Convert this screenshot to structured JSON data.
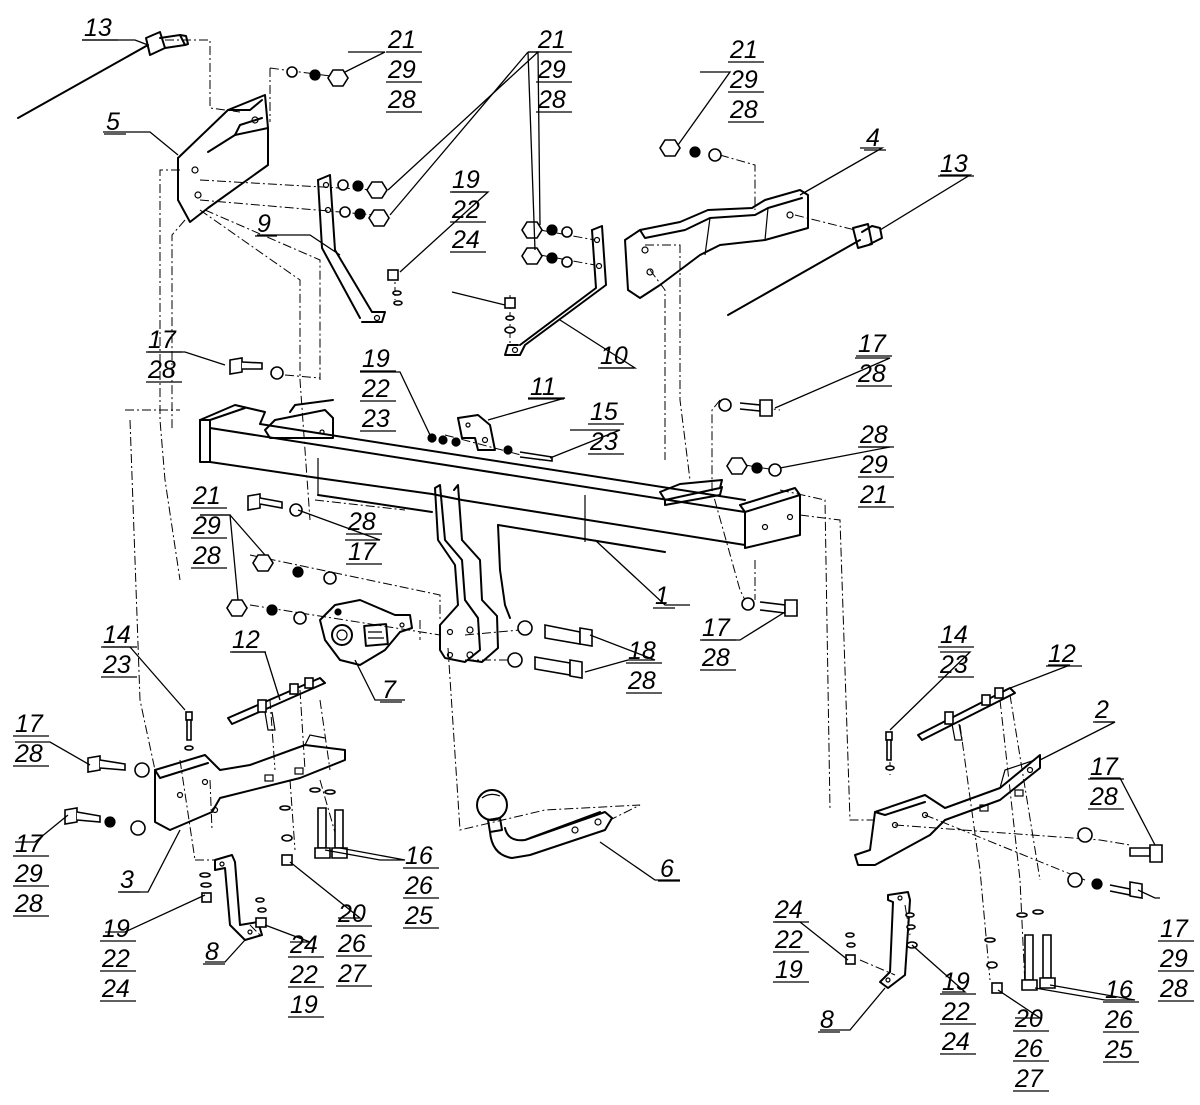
{
  "callouts": [
    {
      "id": "c13a",
      "lines": [
        "13"
      ]
    },
    {
      "id": "c5",
      "lines": [
        "5"
      ]
    },
    {
      "id": "c212928a",
      "lines": [
        "21",
        "29",
        "28"
      ]
    },
    {
      "id": "c9",
      "lines": [
        "9"
      ]
    },
    {
      "id": "c192224a",
      "lines": [
        "19",
        "22",
        "24"
      ]
    },
    {
      "id": "c212928b",
      "lines": [
        "21",
        "29",
        "28"
      ]
    },
    {
      "id": "c10",
      "lines": [
        "10"
      ]
    },
    {
      "id": "c212928c",
      "lines": [
        "21",
        "29",
        "28"
      ]
    },
    {
      "id": "c4",
      "lines": [
        "4"
      ]
    },
    {
      "id": "c13b",
      "lines": [
        "13"
      ]
    },
    {
      "id": "c1728a",
      "lines": [
        "17",
        "28"
      ]
    },
    {
      "id": "c192223",
      "lines": [
        "19",
        "22",
        "23"
      ]
    },
    {
      "id": "c11",
      "lines": [
        "11"
      ]
    },
    {
      "id": "c1523",
      "lines": [
        "15",
        "23"
      ]
    },
    {
      "id": "c1728b",
      "lines": [
        "17",
        "28"
      ]
    },
    {
      "id": "c282921",
      "lines": [
        "28",
        "29",
        "21"
      ]
    },
    {
      "id": "c2817",
      "lines": [
        "28",
        "17"
      ]
    },
    {
      "id": "c212928d",
      "lines": [
        "21",
        "29",
        "28"
      ]
    },
    {
      "id": "c1",
      "lines": [
        "1"
      ]
    },
    {
      "id": "c1728c",
      "lines": [
        "17",
        "28"
      ]
    },
    {
      "id": "c7",
      "lines": [
        "7"
      ]
    },
    {
      "id": "c1828",
      "lines": [
        "18",
        "28"
      ]
    },
    {
      "id": "c1423a",
      "lines": [
        "14",
        "23"
      ]
    },
    {
      "id": "c12a",
      "lines": [
        "12"
      ]
    },
    {
      "id": "c1423b",
      "lines": [
        "14",
        "23"
      ]
    },
    {
      "id": "c12b",
      "lines": [
        "12"
      ]
    },
    {
      "id": "c2",
      "lines": [
        "2"
      ]
    },
    {
      "id": "c1728d",
      "lines": [
        "17",
        "28"
      ]
    },
    {
      "id": "c1728e",
      "lines": [
        "17",
        "28"
      ]
    },
    {
      "id": "c172928a",
      "lines": [
        "17",
        "29",
        "28"
      ]
    },
    {
      "id": "c3",
      "lines": [
        "3"
      ]
    },
    {
      "id": "c162625a",
      "lines": [
        "16",
        "26",
        "25"
      ]
    },
    {
      "id": "c6",
      "lines": [
        "6"
      ]
    },
    {
      "id": "c192224b",
      "lines": [
        "19",
        "22",
        "24"
      ]
    },
    {
      "id": "c8a",
      "lines": [
        "8"
      ]
    },
    {
      "id": "c242219a",
      "lines": [
        "24",
        "22",
        "19"
      ]
    },
    {
      "id": "c202627a",
      "lines": [
        "20",
        "26",
        "27"
      ]
    },
    {
      "id": "c172928b",
      "lines": [
        "17",
        "29",
        "28"
      ]
    },
    {
      "id": "c242219b",
      "lines": [
        "24",
        "22",
        "19"
      ]
    },
    {
      "id": "c192224c",
      "lines": [
        "19",
        "22",
        "24"
      ]
    },
    {
      "id": "c162625b",
      "lines": [
        "16",
        "26",
        "25"
      ]
    },
    {
      "id": "c8b",
      "lines": [
        "8"
      ]
    },
    {
      "id": "c202627b",
      "lines": [
        "20",
        "26",
        "27"
      ]
    }
  ]
}
